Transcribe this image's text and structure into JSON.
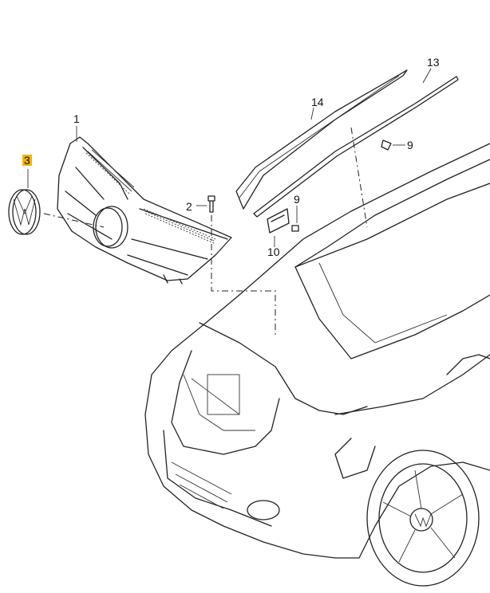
{
  "diagram": {
    "callouts": {
      "grille": "1",
      "screw": "2",
      "emblem": "3",
      "clip_upper": "9",
      "clip_lower": "9",
      "bracket": "10",
      "trim_strip_outer": "13",
      "trim_strip_inner": "14"
    },
    "highlight_color": "#f5b400"
  }
}
